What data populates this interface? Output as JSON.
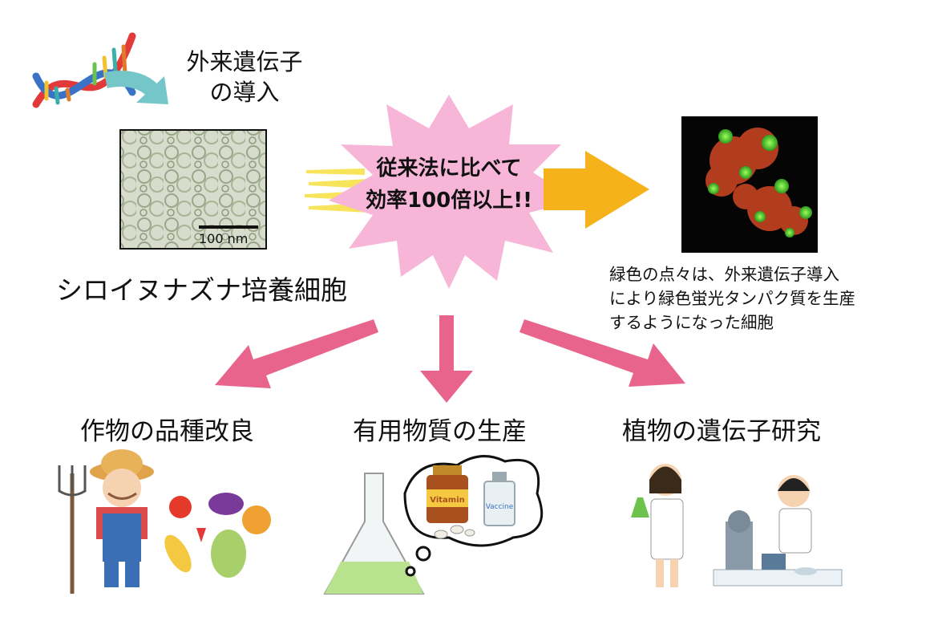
{
  "intro": {
    "line1": "外来遺伝子",
    "line2": "の導入"
  },
  "cells": {
    "label": "シロイヌナズナ培養細胞",
    "scale_bar": "100 nm"
  },
  "center": {
    "line1": "従来法に比べて",
    "line2": "効率100倍以上!!"
  },
  "microscopy_caption": {
    "line1": "緑色の点々は、外来遺伝子導入",
    "line2": "により緑色蛍光タンパク質を生産",
    "line3": "するようになった細胞"
  },
  "applications": [
    {
      "label": "作物の品種改良"
    },
    {
      "label": "有用物質の生産"
    },
    {
      "label": "植物の遺伝子研究"
    }
  ],
  "bottles": {
    "vitamin_label": "Vitamin",
    "vaccine_label": "Vaccine"
  },
  "colors": {
    "pink_arrow": "#e8648c",
    "burst": "#f7b6d8",
    "orange_arrow": "#f5b21a",
    "teal_arrow": "#74c6c8"
  }
}
